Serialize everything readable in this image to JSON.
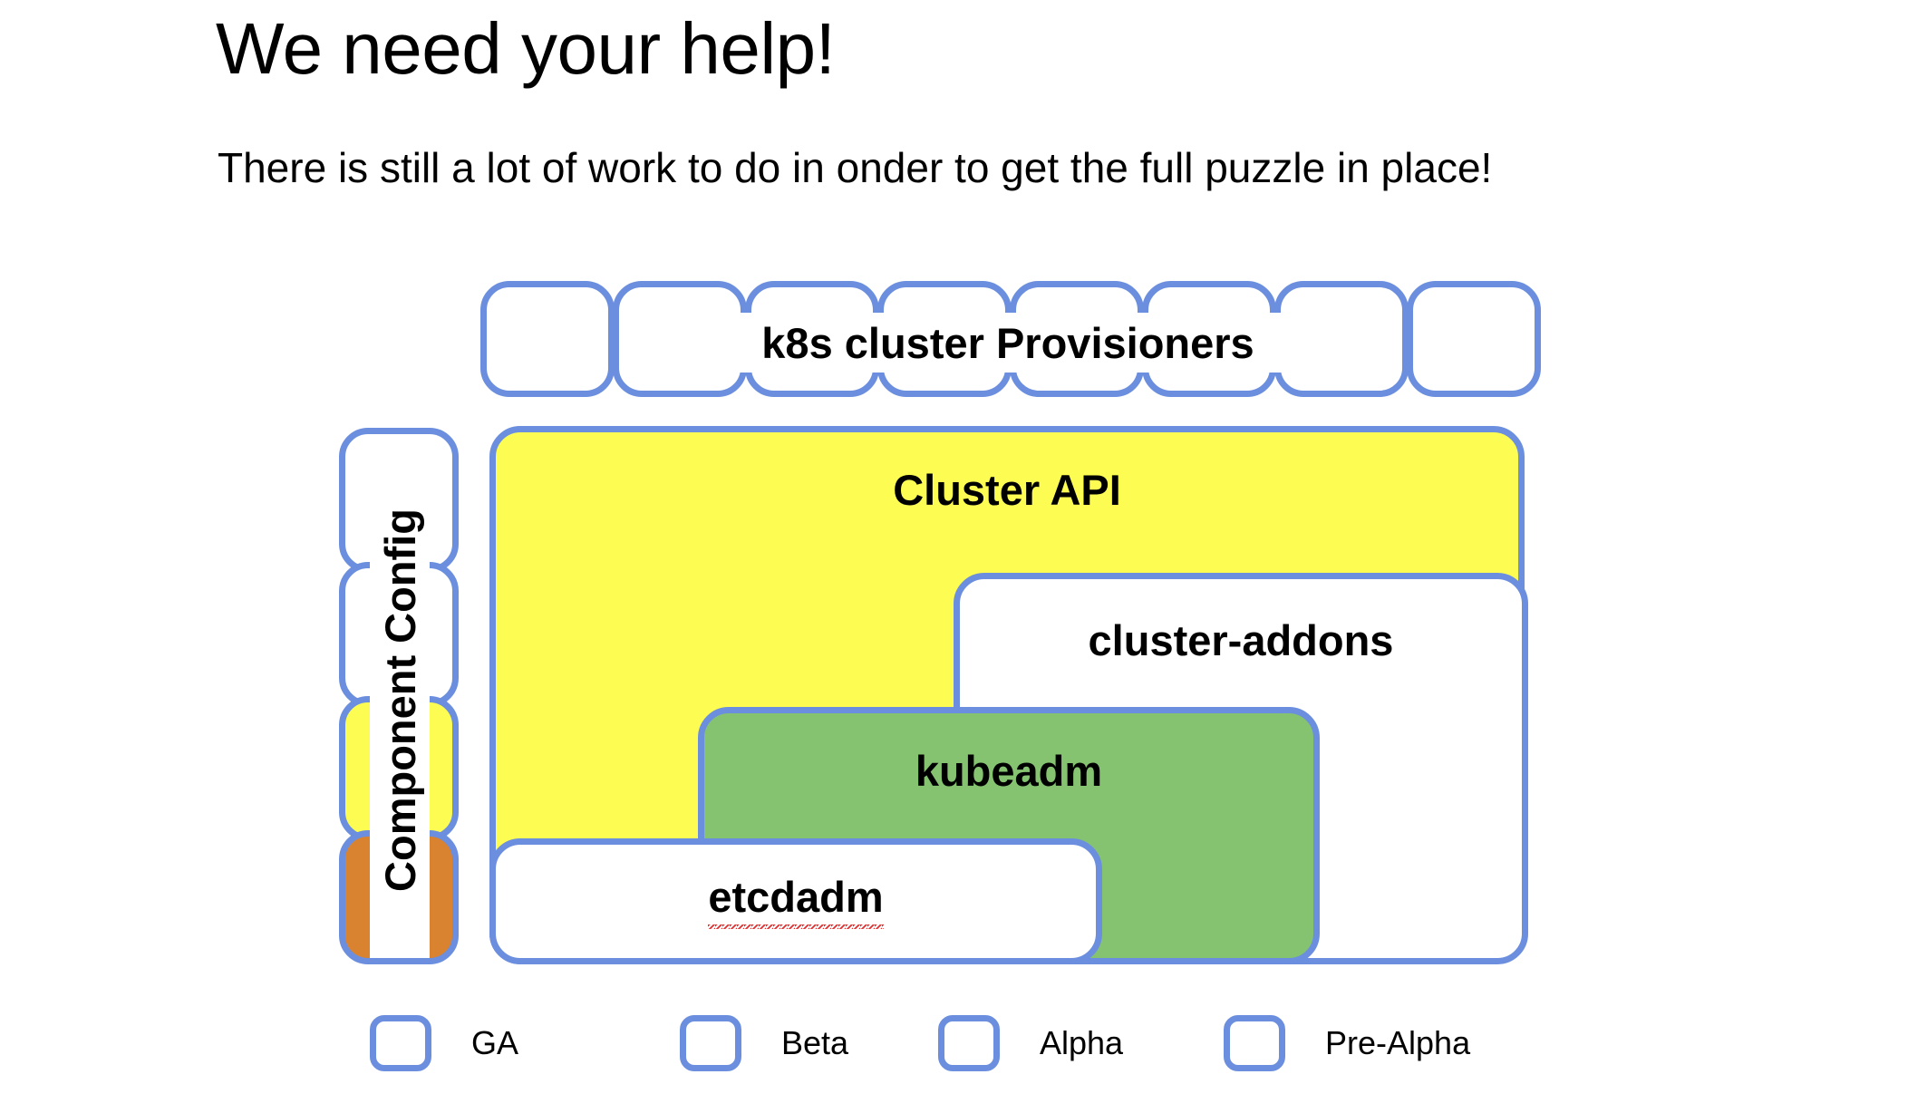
{
  "slide": {
    "title": "We need your help!",
    "subtitle": "There is still a lot of work to do in onder to get the full puzzle in place!"
  },
  "colors": {
    "border": "#6b8fde",
    "ga": "#85c371",
    "beta": "#e0923f",
    "alpha": "#fdfc52",
    "pre_alpha": "#ffffff",
    "spellcheck_underline": "#e03030"
  },
  "provisioners": {
    "label": "k8s cluster Provisioners",
    "tiles": [
      {
        "status": "GA"
      },
      {
        "status": "GA"
      },
      {
        "status": "GA"
      },
      {
        "status": "Beta"
      },
      {
        "status": "Beta"
      },
      {
        "status": "Beta"
      },
      {
        "status": "Alpha"
      },
      {
        "status": "Pre-Alpha"
      }
    ]
  },
  "component_config": {
    "label": "Component Config",
    "tiles": [
      {
        "status": "Pre-Alpha"
      },
      {
        "status": "Pre-Alpha"
      },
      {
        "status": "Alpha"
      },
      {
        "status": "Beta"
      }
    ]
  },
  "puzzle": {
    "cluster_api": {
      "label": "Cluster API",
      "status": "Alpha"
    },
    "cluster_addons": {
      "label": "cluster-addons",
      "status": "Pre-Alpha"
    },
    "kubeadm": {
      "label": "kubeadm",
      "status": "GA"
    },
    "etcdadm": {
      "label": "etcdadm",
      "status": "Pre-Alpha",
      "misspelled": true
    }
  },
  "legend": {
    "items": [
      {
        "label": "GA",
        "status": "GA"
      },
      {
        "label": "Beta",
        "status": "Beta"
      },
      {
        "label": "Alpha",
        "status": "Alpha"
      },
      {
        "label": "Pre-Alpha",
        "status": "Pre-Alpha"
      }
    ]
  }
}
